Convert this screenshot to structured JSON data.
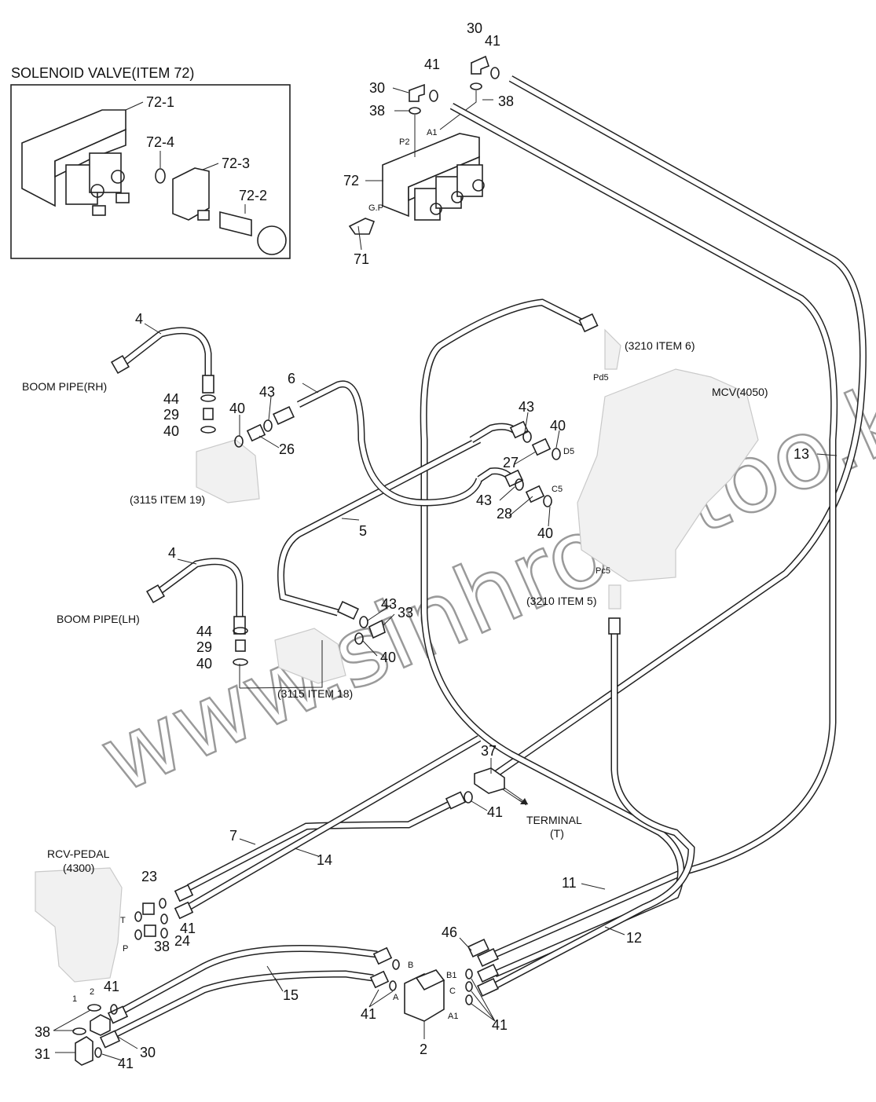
{
  "inset": {
    "title": "SOLENOID VALVE(ITEM 72)",
    "parts": [
      "72-1",
      "72-4",
      "72-3",
      "72-2"
    ]
  },
  "callouts": {
    "c30a": "30",
    "c41a": "41",
    "c41b": "41",
    "c30b": "30",
    "c38a": "38",
    "c38b": "38",
    "c72": "72",
    "c71": "71",
    "c4a": "4",
    "c44a": "44",
    "c29a": "29",
    "c40a": "40",
    "c40b": "40",
    "c43a": "43",
    "c6": "6",
    "c26": "26",
    "c43b": "43",
    "c40c": "40",
    "c27": "27",
    "c43c": "43",
    "c28": "28",
    "c40d": "40",
    "c5": "5",
    "c13": "13",
    "c4b": "4",
    "c44b": "44",
    "c29b": "29",
    "c40e": "40",
    "c43d": "43",
    "c33": "33",
    "c40f": "40",
    "c37": "37",
    "c41c": "41",
    "c7": "7",
    "c14": "14",
    "c23": "23",
    "c41d": "41",
    "c24": "24",
    "c38c": "38",
    "c11": "11",
    "c12": "12",
    "c46": "46",
    "c15": "15",
    "c41e": "41",
    "c41f": "41",
    "c41g": "41",
    "c38d": "38",
    "c31": "31",
    "c30c": "30",
    "c41h": "41",
    "c2": "2"
  },
  "ports": {
    "p2": "P2",
    "a1": "A1",
    "gp": "G.P",
    "pd5": "Pd5",
    "d5": "D5",
    "c5": "C5",
    "pc5": "Pc5",
    "t": "T",
    "p": "P",
    "one": "1",
    "two": "2",
    "b": "B",
    "a": "A",
    "b1": "B1",
    "c": "C",
    "a1b": "A1"
  },
  "refs": {
    "boom_rh": "BOOM PIPE(RH)",
    "boom_lh": "BOOM PIPE(LH)",
    "item6": "(3210 ITEM 6)",
    "item5": "(3210 ITEM 5)",
    "mcv": "MCV(4050)",
    "item19": "(3115 ITEM 19)",
    "item18": "(3115 ITEM 18)",
    "terminal": "TERMINAL",
    "terminal_t": "(T)",
    "rcv_pedal": "RCV-PEDAL",
    "rcv_num": "(4300)"
  },
  "watermark": "www.sinhron-too.kz",
  "colors": {
    "ink": "#222222",
    "ghost": "#c9c9c9",
    "watermark": "#9a9a9a"
  }
}
